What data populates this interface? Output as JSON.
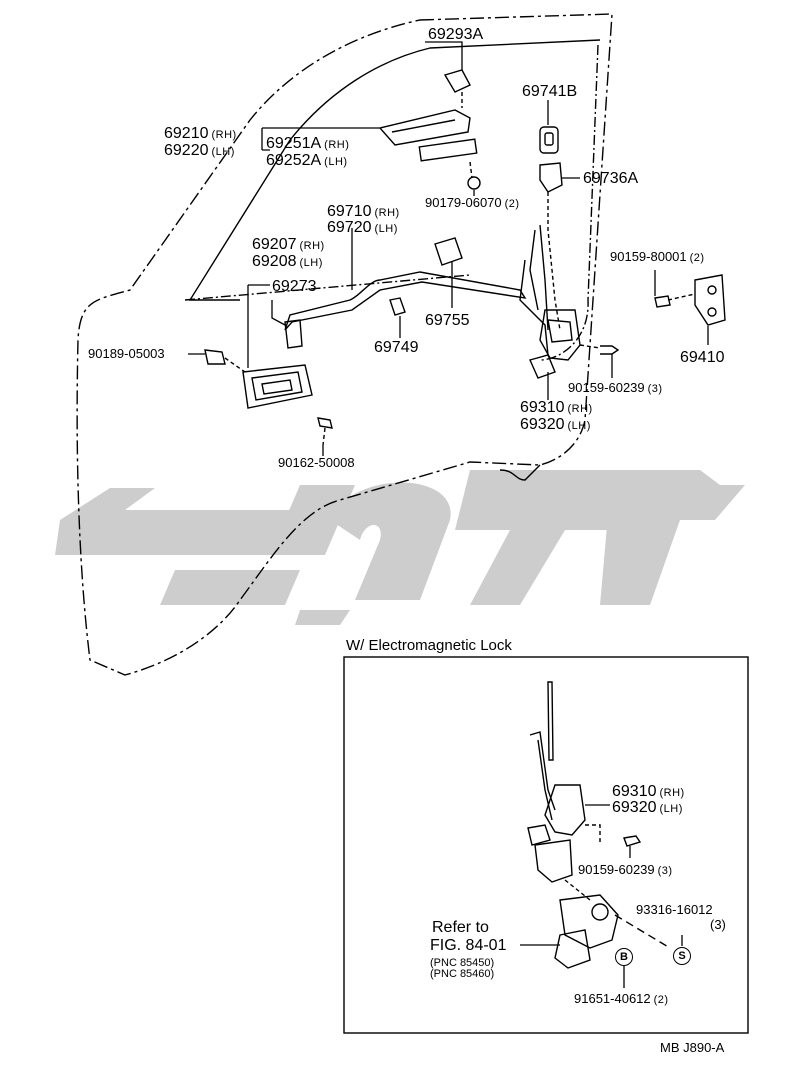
{
  "diagram": {
    "parts": [
      {
        "id": "p69293A",
        "number": "69293A"
      },
      {
        "id": "p69741B",
        "number": "69741B"
      },
      {
        "id": "p69210",
        "number": "69210",
        "note": "(RH)"
      },
      {
        "id": "p69220",
        "number": "69220",
        "note": "(LH)"
      },
      {
        "id": "p69251A",
        "number": "69251A",
        "note": "(RH)"
      },
      {
        "id": "p69252A",
        "number": "69252A",
        "note": "(LH)"
      },
      {
        "id": "p90179",
        "number": "90179-06070",
        "note": "(2)"
      },
      {
        "id": "p69736A",
        "number": "69736A"
      },
      {
        "id": "p69710",
        "number": "69710",
        "note": "(RH)"
      },
      {
        "id": "p69720",
        "number": "69720",
        "note": "(LH)"
      },
      {
        "id": "p69207",
        "number": "69207",
        "note": "(RH)"
      },
      {
        "id": "p69208",
        "number": "69208",
        "note": "(LH)"
      },
      {
        "id": "p69273",
        "number": "69273"
      },
      {
        "id": "p90159a",
        "number": "90159-80001",
        "note": "(2)"
      },
      {
        "id": "p69755",
        "number": "69755"
      },
      {
        "id": "p69749",
        "number": "69749"
      },
      {
        "id": "p69410",
        "number": "69410"
      },
      {
        "id": "p90189",
        "number": "90189-05003"
      },
      {
        "id": "p90159b",
        "number": "90159-60239",
        "note": "(3)"
      },
      {
        "id": "p69310",
        "number": "69310",
        "note": "(RH)"
      },
      {
        "id": "p69320",
        "number": "69320",
        "note": "(LH)"
      },
      {
        "id": "p90162",
        "number": "90162-50008"
      }
    ],
    "inset": {
      "title": "W/ Electromagnetic Lock",
      "parts": [
        {
          "id": "i69310",
          "number": "69310",
          "note": "(RH)"
        },
        {
          "id": "i69320",
          "number": "69320",
          "note": "(LH)"
        },
        {
          "id": "i90159",
          "number": "90159-60239",
          "note": "(3)"
        },
        {
          "id": "i93316",
          "number": "93316-16012"
        },
        {
          "id": "i93316q",
          "number": "(3)"
        },
        {
          "id": "i91651",
          "number": "91651-40612",
          "note": "(2)"
        }
      ],
      "refer": {
        "line1": "Refer to",
        "line2": "FIG. 84-01",
        "line3": "(PNC 85450)",
        "line4": "(PNC 85460)"
      },
      "callouts": {
        "b": "B",
        "s": "S"
      }
    },
    "footer_code": "MB  J890-A",
    "colors": {
      "ink": "#000000",
      "watermark": "#c9c9c9",
      "background": "#ffffff"
    }
  }
}
